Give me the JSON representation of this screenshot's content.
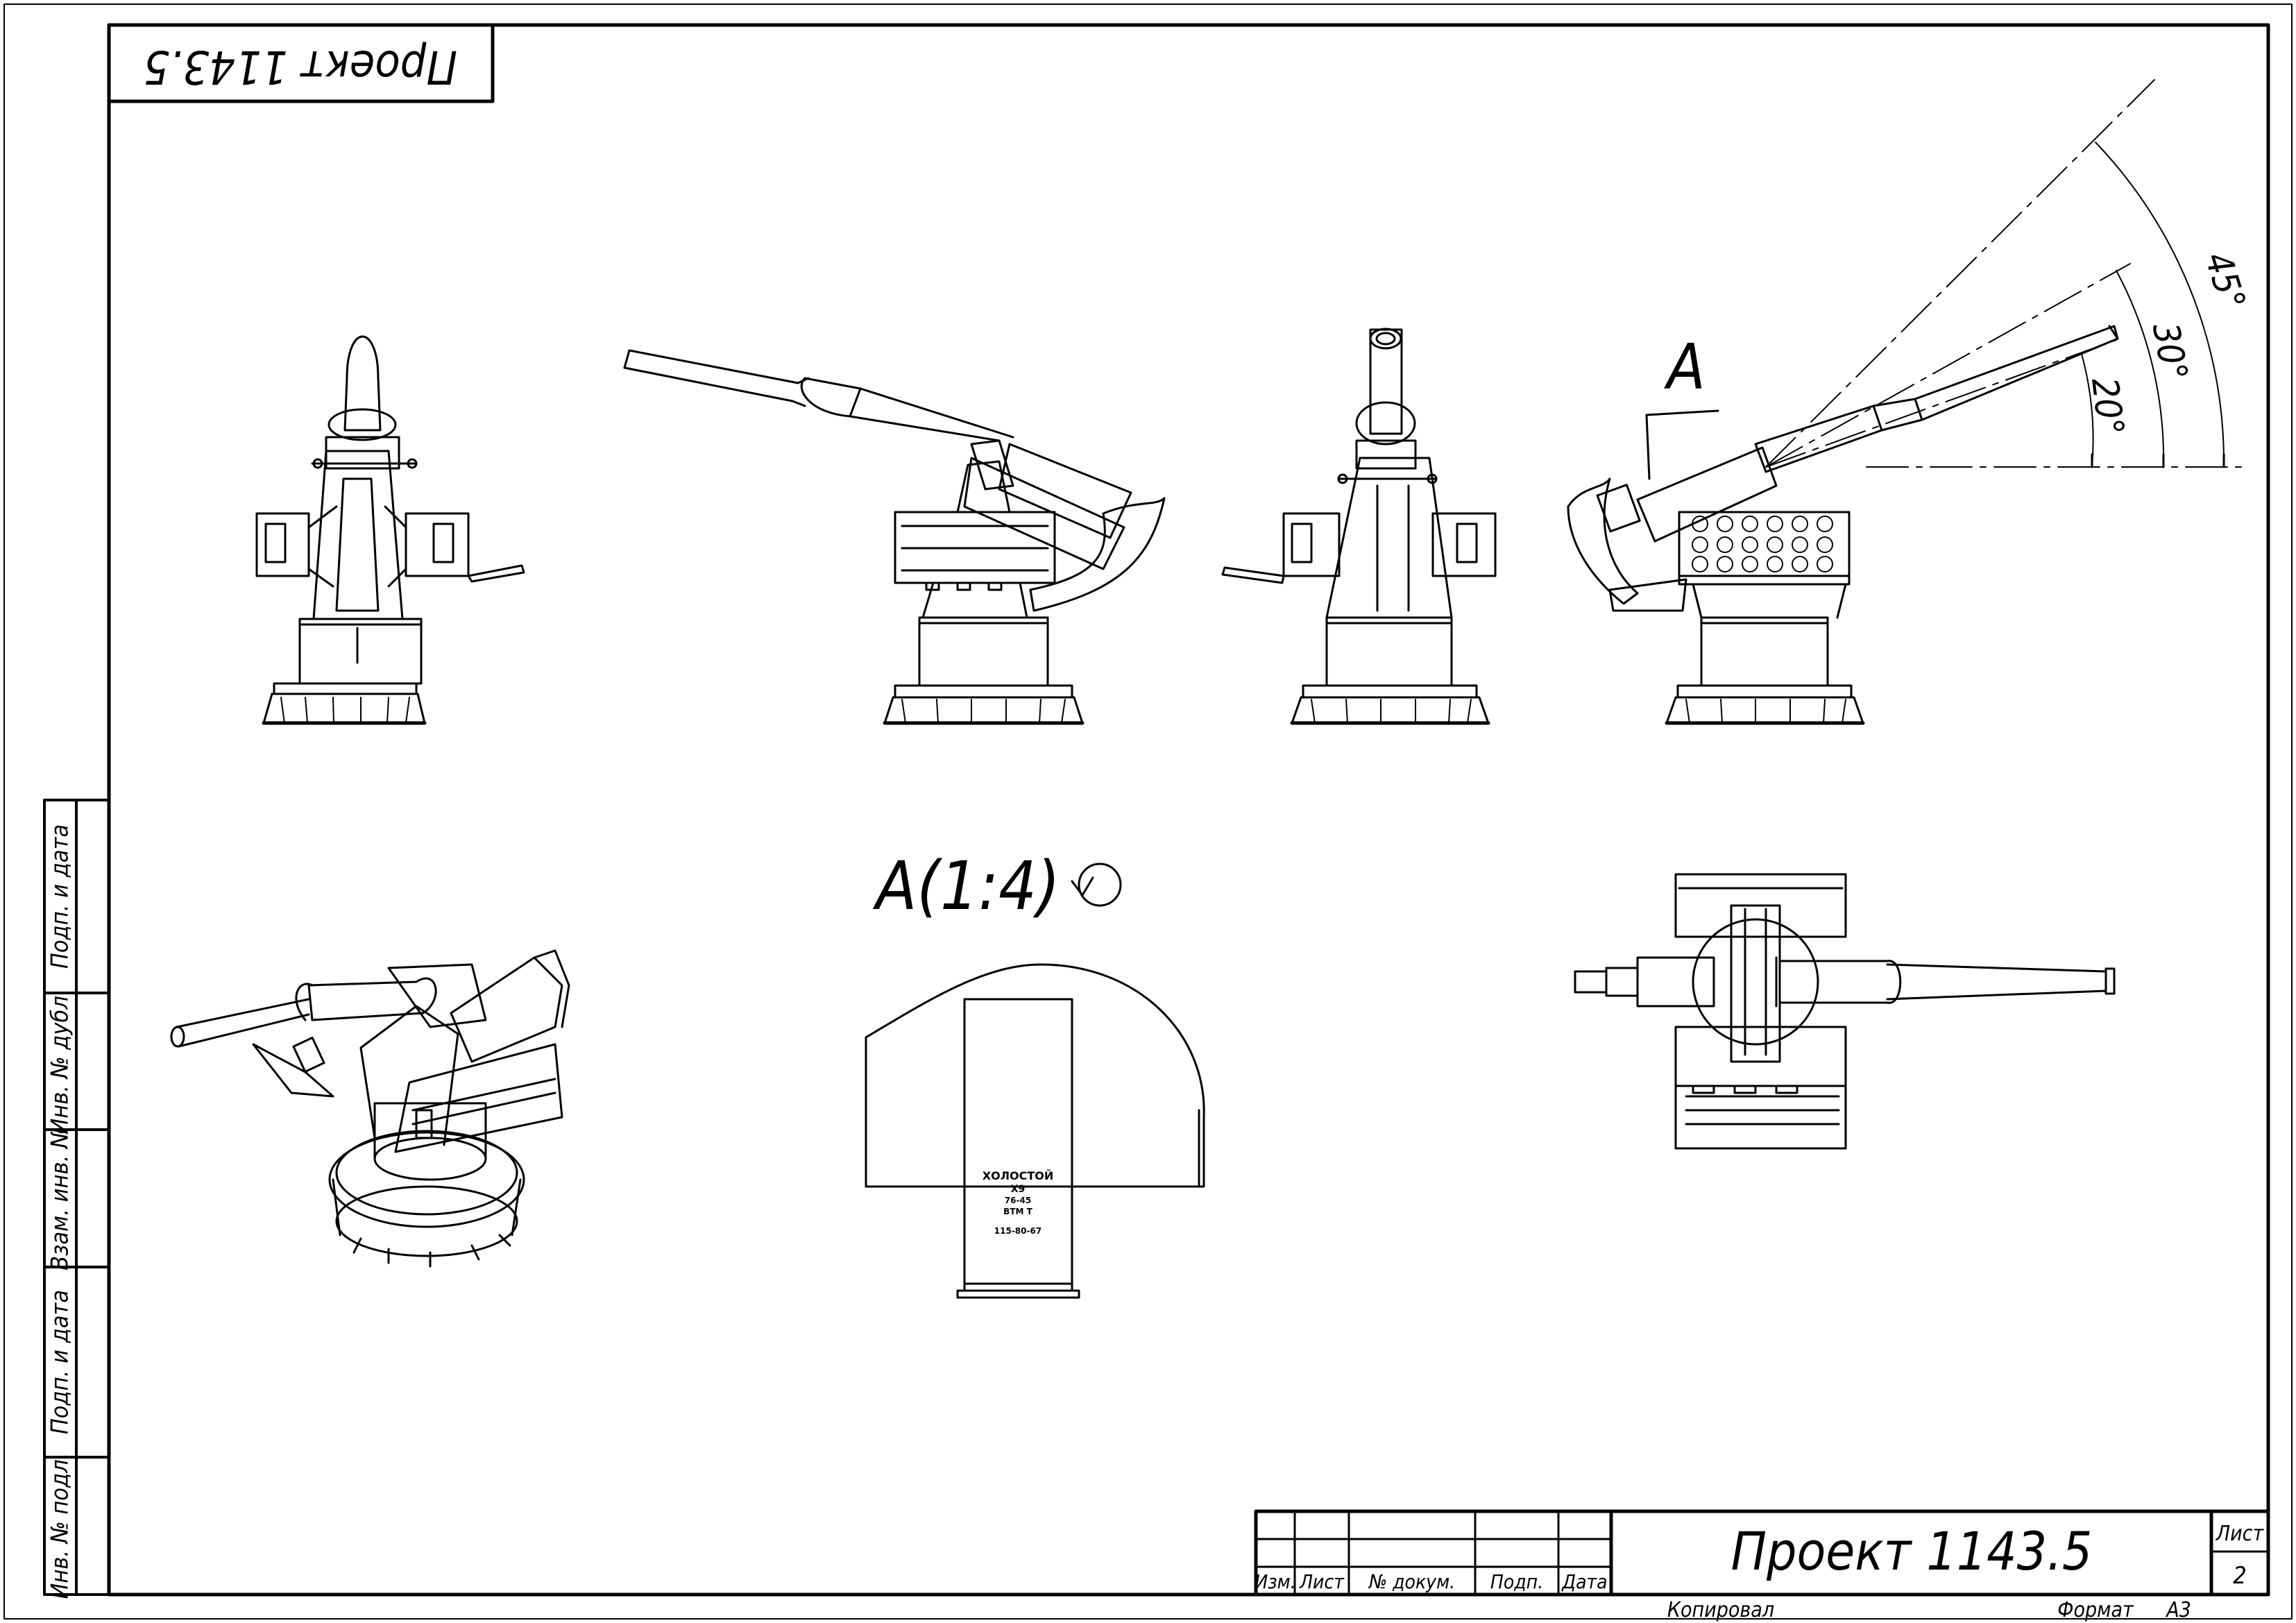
{
  "title_block": {
    "project": "Проект 1143.5",
    "sheet_label": "Лист",
    "sheet_number": "2",
    "columns": [
      "Изм.",
      "Лист",
      "№ докум.",
      "Подп.",
      "Дата"
    ],
    "copied": "Копировал",
    "format_label": "Формат",
    "format_value": "A3"
  },
  "top_stamp": "Проект 1143.5",
  "side_stamp": [
    "Подп. и дата",
    "Инв. № дубл.",
    "Взам. инв. №",
    "Подп. и дата",
    "Инв. № подл."
  ],
  "views": {
    "section_marker": "A",
    "detail_title": "A(1:4)",
    "angles": [
      "45°",
      "30°",
      "20°"
    ]
  },
  "cartridge_marking": [
    "ХОЛОСТОЙ",
    "Х9",
    "76-45",
    "ВТМ Т",
    "115-80-67"
  ]
}
